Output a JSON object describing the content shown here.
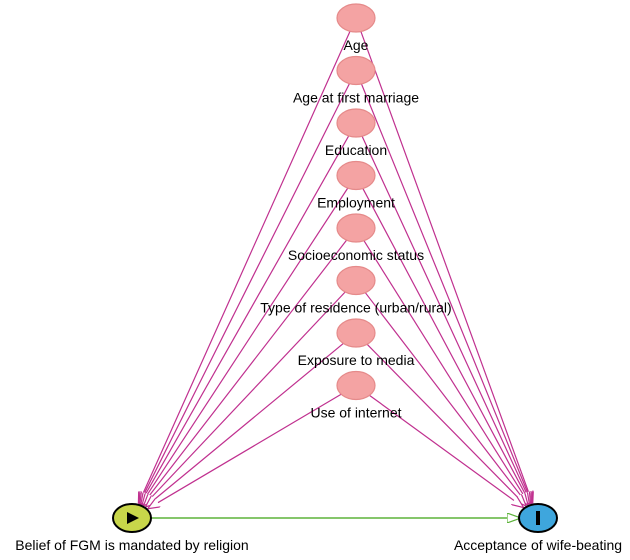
{
  "diagram": {
    "type": "causal-dag",
    "colors": {
      "confounder_fill": "#f4a3a3",
      "confounder_stroke": "#e58a8a",
      "confounder_arrow": "#c0308f",
      "causal_arrow": "#5db33a",
      "exposure_fill": "#c8d64a",
      "outcome_fill": "#3ea6dd",
      "node_outline": "#000000"
    },
    "exposure": {
      "label": "Belief of FGM is mandated by religion",
      "icon": "play-icon"
    },
    "outcome": {
      "label": "Acceptance of wife-beating",
      "icon": "bar-icon"
    },
    "confounders": [
      {
        "label": "Age"
      },
      {
        "label": "Age at first marriage"
      },
      {
        "label": "Education"
      },
      {
        "label": "Employment"
      },
      {
        "label": "Socioeconomic status"
      },
      {
        "label": "Type of residence (urban/rural)"
      },
      {
        "label": "Exposure to media"
      },
      {
        "label": "Use of internet"
      }
    ],
    "edges": [
      {
        "from": "Age",
        "to": "Belief of FGM is mandated by religion"
      },
      {
        "from": "Age",
        "to": "Acceptance of wife-beating"
      },
      {
        "from": "Age at first marriage",
        "to": "Belief of FGM is mandated by religion"
      },
      {
        "from": "Age at first marriage",
        "to": "Acceptance of wife-beating"
      },
      {
        "from": "Education",
        "to": "Belief of FGM is mandated by religion"
      },
      {
        "from": "Education",
        "to": "Acceptance of wife-beating"
      },
      {
        "from": "Employment",
        "to": "Belief of FGM is mandated by religion"
      },
      {
        "from": "Employment",
        "to": "Acceptance of wife-beating"
      },
      {
        "from": "Socioeconomic status",
        "to": "Belief of FGM is mandated by religion"
      },
      {
        "from": "Socioeconomic status",
        "to": "Acceptance of wife-beating"
      },
      {
        "from": "Type of residence (urban/rural)",
        "to": "Belief of FGM is mandated by religion"
      },
      {
        "from": "Type of residence (urban/rural)",
        "to": "Acceptance of wife-beating"
      },
      {
        "from": "Exposure to media",
        "to": "Belief of FGM is mandated by religion"
      },
      {
        "from": "Exposure to media",
        "to": "Acceptance of wife-beating"
      },
      {
        "from": "Use of internet",
        "to": "Belief of FGM is mandated by religion"
      },
      {
        "from": "Use of internet",
        "to": "Acceptance of wife-beating"
      },
      {
        "from": "Belief of FGM is mandated by religion",
        "to": "Acceptance of wife-beating"
      }
    ]
  }
}
